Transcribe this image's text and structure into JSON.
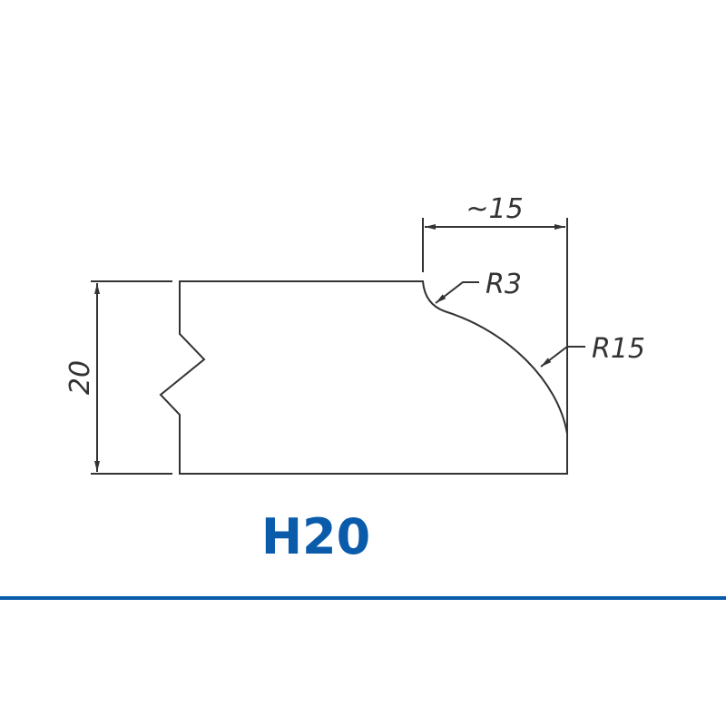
{
  "drawing": {
    "dimensions": {
      "height": "20",
      "width": "~15",
      "small_radius": "R3",
      "large_radius": "R15"
    }
  },
  "title": "H20",
  "colors": {
    "accent": "#0a5cab",
    "line": "#333333"
  }
}
